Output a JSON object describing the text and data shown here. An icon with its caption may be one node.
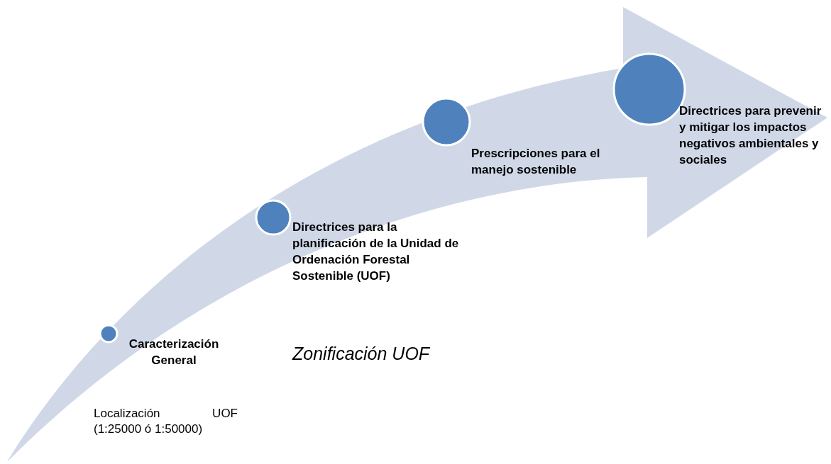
{
  "diagram": {
    "nodes": [
      {
        "text": [
          "Caracterización General"
        ]
      },
      {
        "text": [
          "Directrices para la planificación de la Unidad de Ordenación Forestal Sostenible (UOF)"
        ]
      },
      {
        "text": [
          "Prescripciones para el manejo sostenible"
        ]
      },
      {
        "text": [
          "Directrices para prevenir y mitigar los impactos negativos ambientales y sociales"
        ]
      }
    ],
    "labels": [
      "Zonificación UOF",
      "Localización UOF (1:25000 ó 1:50000)"
    ]
  }
}
